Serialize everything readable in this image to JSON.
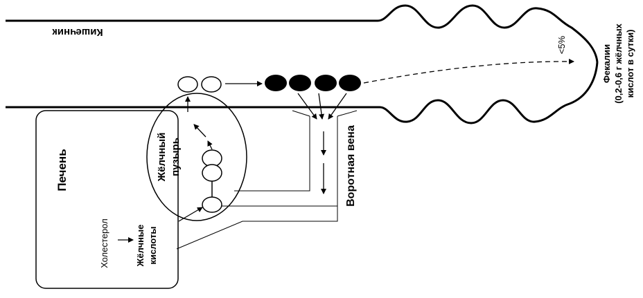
{
  "labels": {
    "intestine": "Кишечник",
    "liver": "Печень",
    "gallbladder": [
      "Жёлчный",
      "пузырь"
    ],
    "portal_vein": "Воротная вена",
    "cholesterol": "Холестерол",
    "bile_acids": [
      "Жёлчные",
      "кислоты"
    ],
    "feces": [
      "Фекалии",
      "(0,2-0,6 г жёлчных",
      "кислот в сутки)"
    ],
    "excretion_percent": "<5%"
  },
  "colors": {
    "stroke": "#000000",
    "bile_acid_reabsorbed": "#000000",
    "bile_acid_secreted": "#ffffff",
    "background": "#ffffff"
  }
}
